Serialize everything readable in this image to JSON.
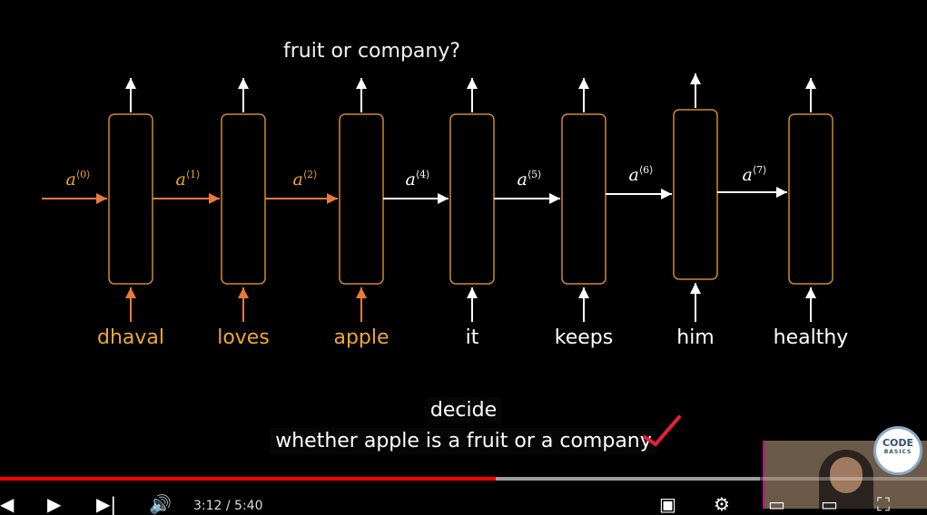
{
  "slide": {
    "title": "fruit or company?",
    "words": [
      "dhaval",
      "loves",
      "apple",
      "it",
      "keeps",
      "him",
      "healthy"
    ],
    "activations": [
      {
        "base": "a",
        "idx": "⟨0⟩"
      },
      {
        "base": "a",
        "idx": "⟨1⟩"
      },
      {
        "base": "a",
        "idx": "⟨2⟩"
      },
      {
        "base": "a",
        "idx": "⟨4⟩"
      },
      {
        "base": "a",
        "idx": "⟨5⟩"
      },
      {
        "base": "a",
        "idx": "⟨6⟩"
      },
      {
        "base": "a",
        "idx": "⟨7⟩"
      }
    ],
    "colors": {
      "highlight": "#f0a830",
      "arrow_orange": "#e87a3a",
      "cell_border": "#d08a2a",
      "plain": "#ffffff",
      "check": "#e8203a"
    }
  },
  "captions": {
    "line1": "decide",
    "line2": "whether apple is a fruit or a company"
  },
  "player": {
    "time": "3:12 / 5:40",
    "progress": 0.535,
    "buffered": 0.82,
    "icons": [
      "prev-icon",
      "play-icon",
      "next-icon",
      "volume-icon",
      "subtitles-icon",
      "settings-icon",
      "miniplayer-icon",
      "theater-icon",
      "fullscreen-icon"
    ]
  },
  "branding": {
    "logo_text_1": "CODE",
    "logo_text_2": "BASICS"
  }
}
